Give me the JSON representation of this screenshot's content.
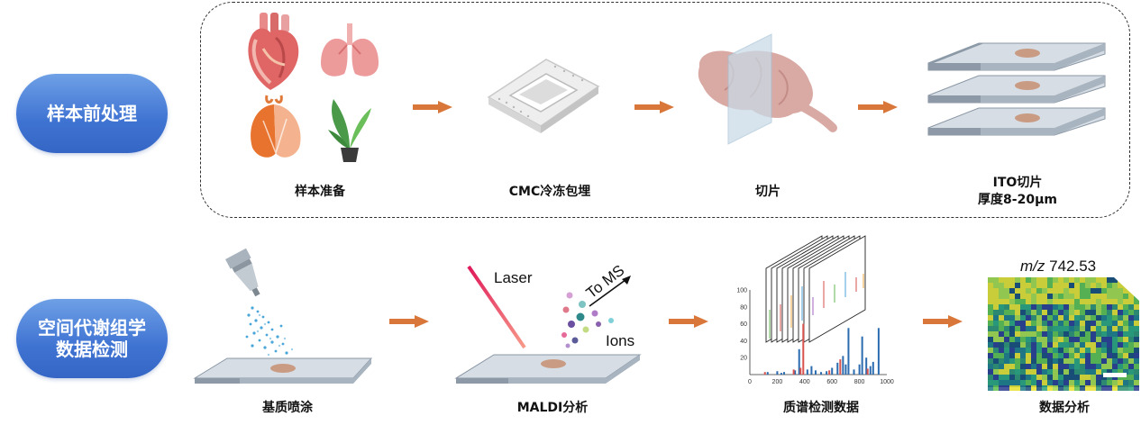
{
  "rows": {
    "top_label": "样本前处理",
    "bottom_label_line1": "空间代谢组学",
    "bottom_label_line2": "数据检测"
  },
  "steps": {
    "sample_prep": "样本准备",
    "cmc_embed": "CMC冷冻包埋",
    "section": "切片",
    "ito_line1": "ITO切片",
    "ito_line2": "厚度8-20μm",
    "matrix_spray": "基质喷涂",
    "maldi": "MALDI分析",
    "ms_data": "质谱检测数据",
    "analysis": "数据分析"
  },
  "maldi_labels": {
    "laser": "Laser",
    "to_ms": "To MS",
    "ions": "Ions"
  },
  "image_title": "m/z 742.53",
  "chart_data": {
    "type": "bar",
    "xlim": [
      0,
      1000
    ],
    "ylim": [
      0,
      100
    ],
    "x_ticks": [
      0,
      200,
      400,
      600,
      800,
      1000
    ],
    "y_ticks": [
      20,
      40,
      60,
      80,
      100
    ],
    "series": [
      {
        "color": "#2b6cb0",
        "x": [
          130,
          200,
          230,
          250,
          330,
          360,
          420,
          450,
          480,
          520,
          560,
          600,
          640,
          680,
          700,
          720,
          760,
          800,
          820,
          850,
          880,
          900,
          940
        ],
        "y": [
          3,
          4,
          2,
          3,
          5,
          30,
          6,
          10,
          5,
          3,
          4,
          8,
          14,
          22,
          12,
          55,
          6,
          12,
          45,
          20,
          10,
          15,
          55
        ]
      },
      {
        "color": "#d9534f",
        "x": [
          110,
          320,
          370,
          390,
          580,
          660,
          860
        ],
        "y": [
          3,
          6,
          8,
          60,
          5,
          18,
          7
        ]
      }
    ]
  },
  "colors": {
    "accent_arrow": "#d9773a",
    "pill_blue": "#3f73d2"
  }
}
